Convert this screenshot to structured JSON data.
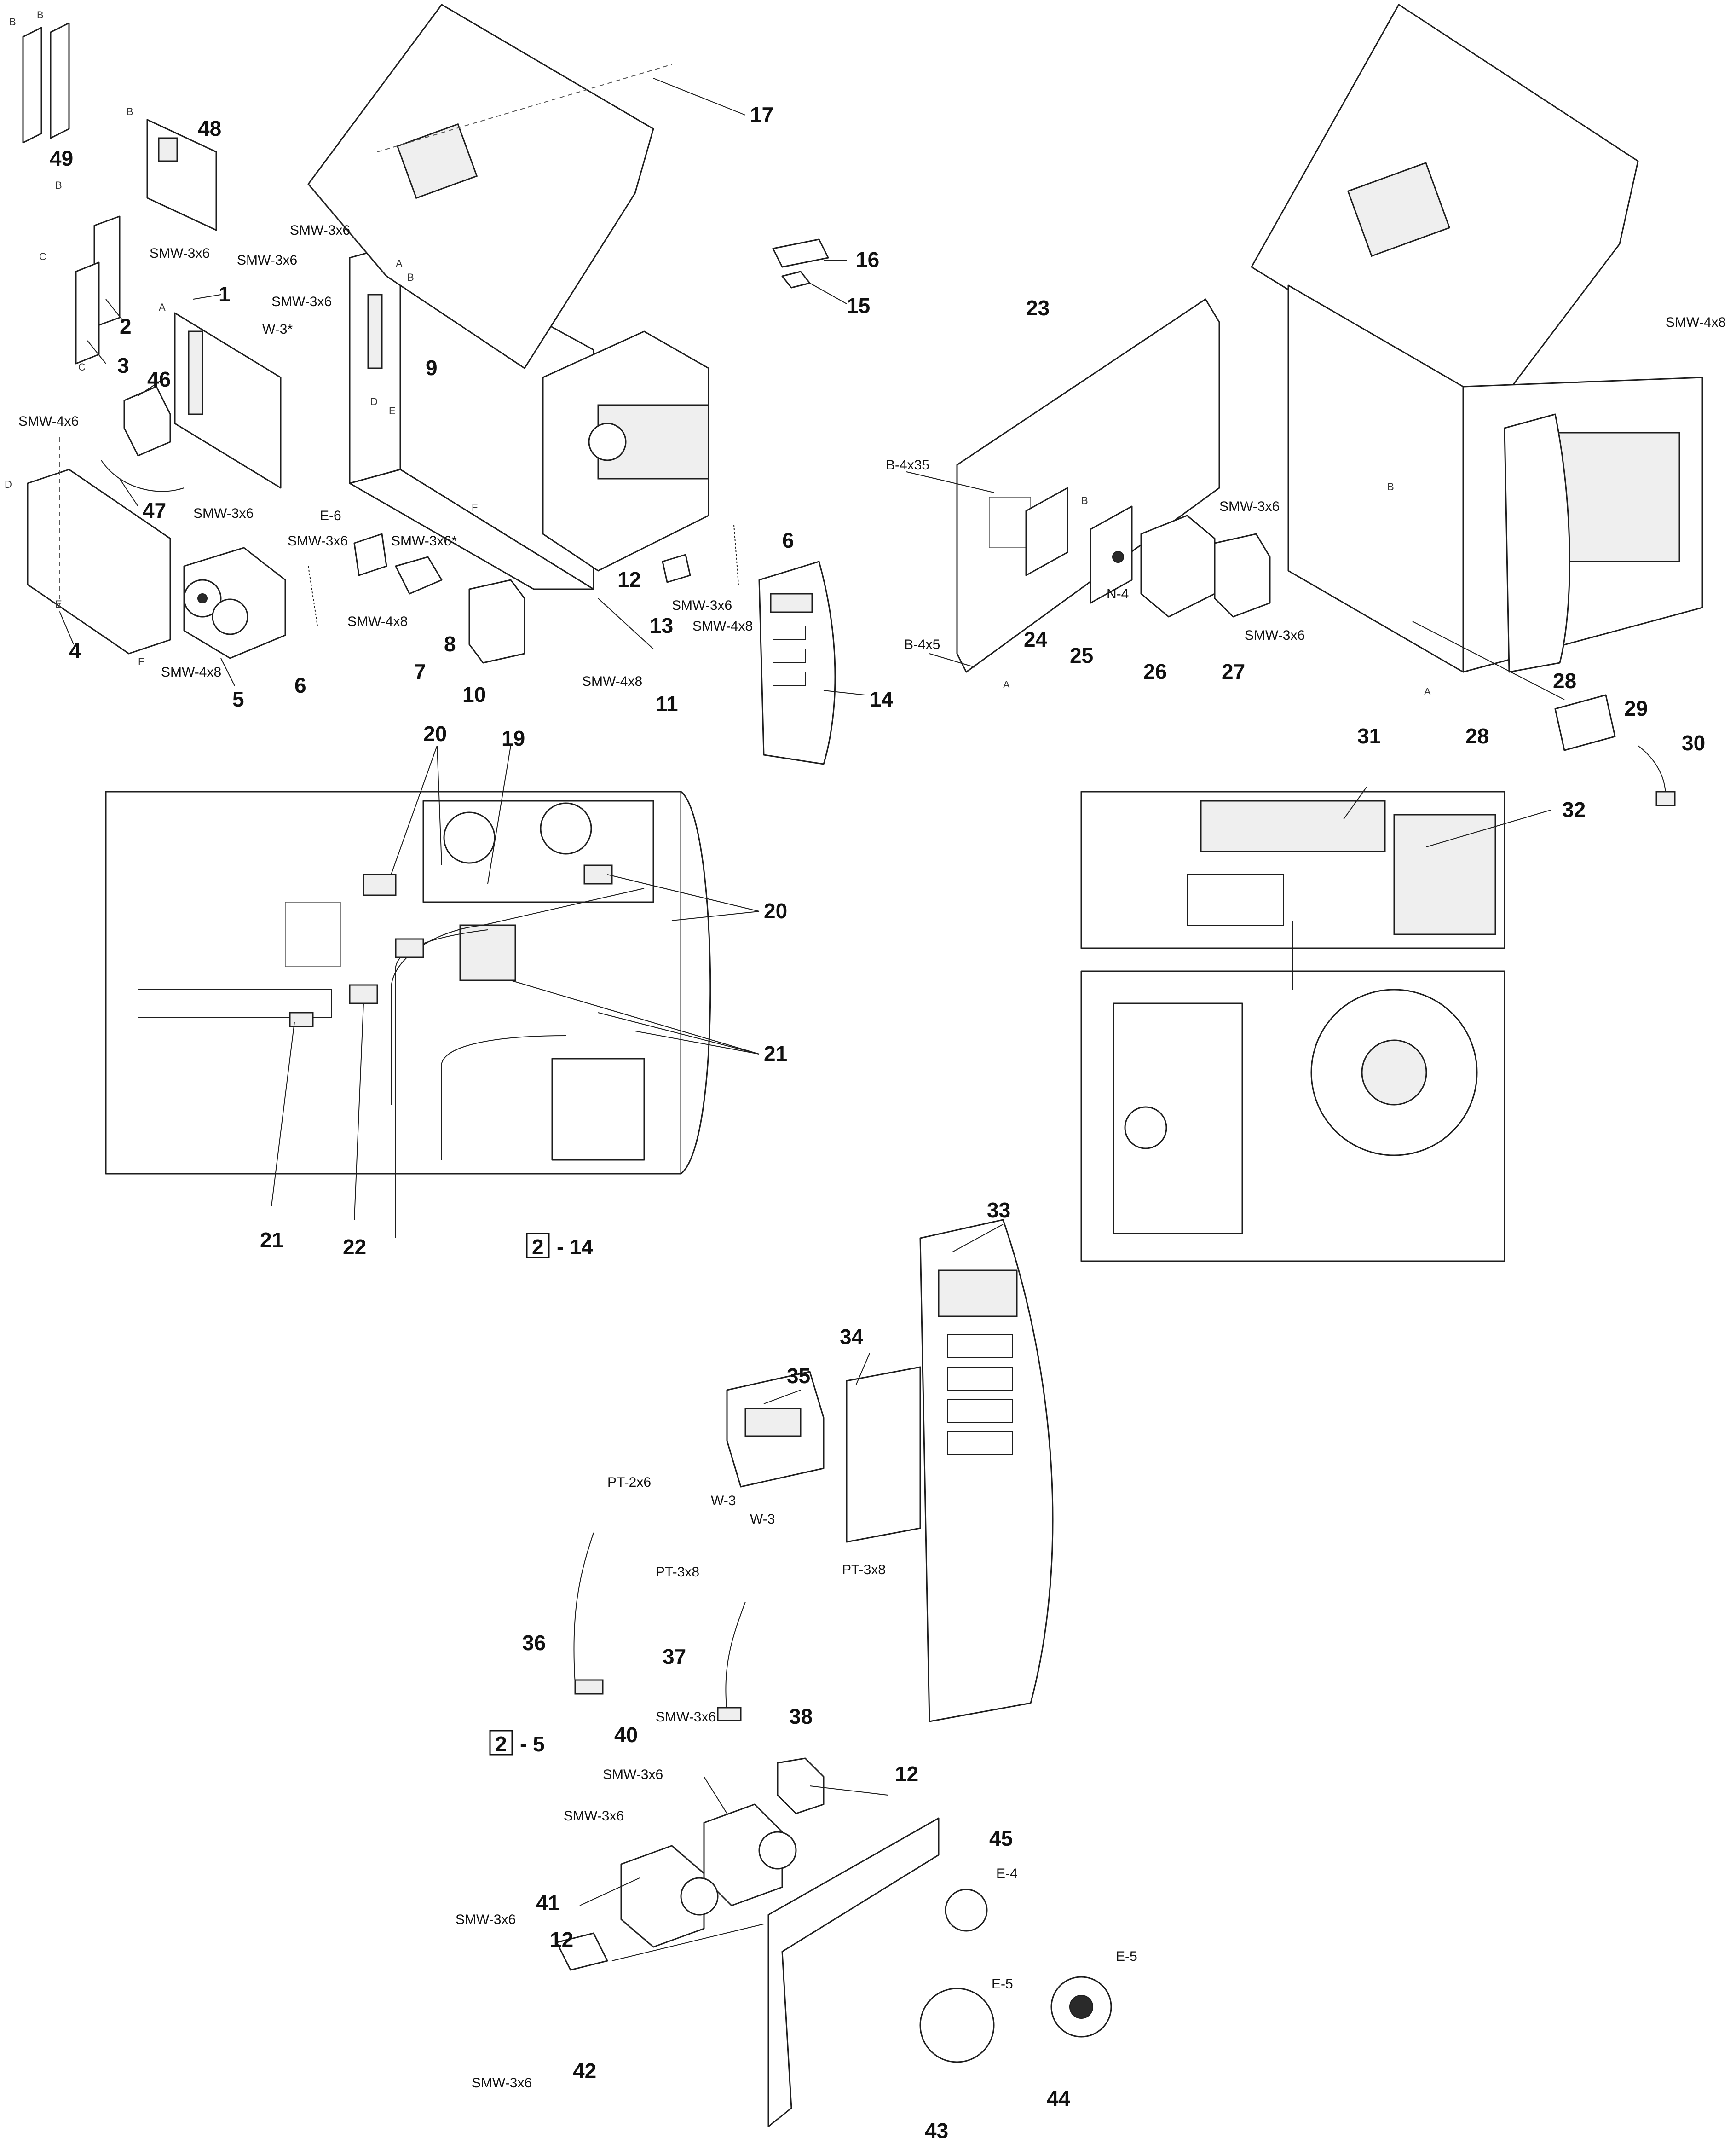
{
  "diagram": {
    "part_numbers": {
      "n1": "1",
      "n2": "2",
      "n3": "3",
      "n4": "4",
      "n5": "5",
      "n6a": "6",
      "n6b": "6",
      "n7": "7",
      "n8": "8",
      "n9": "9",
      "n10": "10",
      "n11": "11",
      "n12a": "12",
      "n13": "13",
      "n14": "14",
      "n15": "15",
      "n16": "16",
      "n17": "17",
      "n19": "19",
      "n20a": "20",
      "n20b": "20",
      "n21a": "21",
      "n21b": "21",
      "n22": "22",
      "n23": "23",
      "n24": "24",
      "n25": "25",
      "n26": "26",
      "n27": "27",
      "n28a": "28",
      "n28b": "28",
      "n29": "29",
      "n30": "30",
      "n31": "31",
      "n32": "32",
      "n33": "33",
      "n34": "34",
      "n35": "35",
      "n36": "36",
      "n37": "37",
      "n38": "38",
      "n40": "40",
      "n41": "41",
      "n12b": "12",
      "n12c": "12",
      "n42": "42",
      "n43": "43",
      "n44": "44",
      "n45": "45",
      "n46": "46",
      "n47": "47",
      "n48": "48",
      "n49": "49"
    },
    "fasteners": {
      "f1": "SMW-3x6",
      "f2": "SMW-3x6",
      "f3": "SMW-3x6",
      "f4": "W-3*",
      "f5": "SMW-3x6",
      "f6": "SMW-4x6",
      "f7": "SMW-3x6",
      "f8": "E-6",
      "f9": "SMW-3x6",
      "f10": "SMW-3x6*",
      "f11": "SMW-4x8",
      "f12": "SMW-4x8",
      "f13": "SMW-3x6",
      "f14": "SMW-4x8",
      "f15": "SMW-4x8",
      "f16": "B-4x35",
      "f17": "B-4x5",
      "f18": "N-4",
      "f19": "SMW-3x6",
      "f20": "SMW-3x6",
      "f21": "SMW-4x8",
      "f22": "PT-2x6",
      "f23": "W-3",
      "f24": "W-3",
      "f25": "PT-3x8",
      "f26": "PT-3x8",
      "f27": "SMW-3x6",
      "f28": "SMW-3x6",
      "f29": "SMW-3x6",
      "f30": "SMW-3x6",
      "f31": "E-4",
      "f32": "E-5",
      "f33": "E-5",
      "f34": "SMW-3x6"
    },
    "connection_letters": {
      "c1": "B",
      "c2": "B",
      "c3": "B",
      "c4": "B",
      "c5": "C",
      "c6": "C",
      "c7": "A",
      "c8": "D",
      "c9": "E",
      "c10": "F",
      "c11": "A",
      "c12": "B",
      "c13": "D",
      "c14": "E",
      "c15": "F",
      "c16": "B",
      "c17": "A",
      "c18": "A",
      "c19": "B"
    },
    "references": {
      "r1_num": "2",
      "r1_suffix": "- 14",
      "r2_num": "2",
      "r2_suffix": "- 5"
    }
  }
}
